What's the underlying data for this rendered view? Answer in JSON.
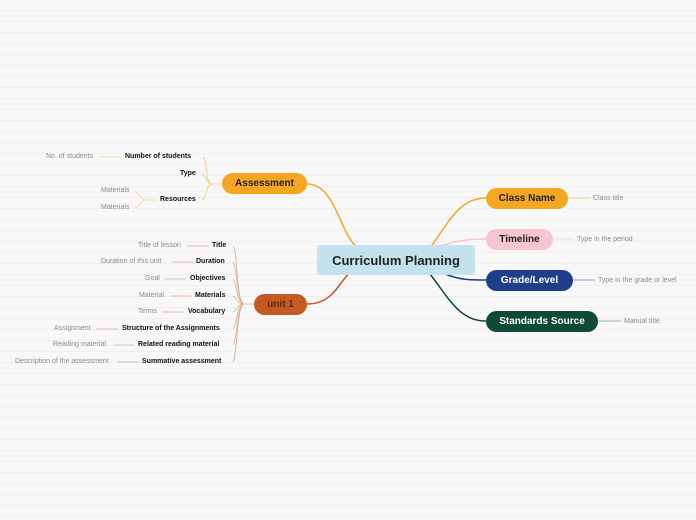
{
  "central": "Curriculum Planning",
  "right_branches": [
    {
      "label": "Class Name",
      "note": "Class title",
      "color": "#f5a623",
      "text_color": "#222222"
    },
    {
      "label": "Timeline",
      "note": "Type in the period",
      "color": "#f7c4cf",
      "text_color": "#222222"
    },
    {
      "label": "Grade/Level",
      "note": "Type in the grade or level",
      "color": "#1f3f8a",
      "text_color": "#ffffff"
    },
    {
      "label": "Standards Source",
      "note": "Manual title",
      "color": "#0e4a37",
      "text_color": "#ffffff"
    }
  ],
  "assessment": {
    "label": "Assessment",
    "color": "#f5a623",
    "children": [
      {
        "label": "Number of students",
        "note": "No. of students"
      },
      {
        "label": "Type"
      },
      {
        "label": "Resources",
        "notes": [
          "Materials",
          "Materials"
        ]
      }
    ]
  },
  "unit": {
    "label": "unit 1",
    "color": "#c45a23",
    "children": [
      {
        "label": "Title",
        "note": "Title of lesson"
      },
      {
        "label": "Duration",
        "note": "Duration of this unit"
      },
      {
        "label": "Objectives",
        "note": "Goal"
      },
      {
        "label": "Materials",
        "note": "Material"
      },
      {
        "label": "Vocabulary",
        "note": "Terms"
      },
      {
        "label": "Structure of the Assignments",
        "note": "Assignment"
      },
      {
        "label": "Related reading material",
        "note": "Reading material"
      },
      {
        "label": "Summative assessment",
        "note": "Description of the assessment"
      }
    ]
  }
}
